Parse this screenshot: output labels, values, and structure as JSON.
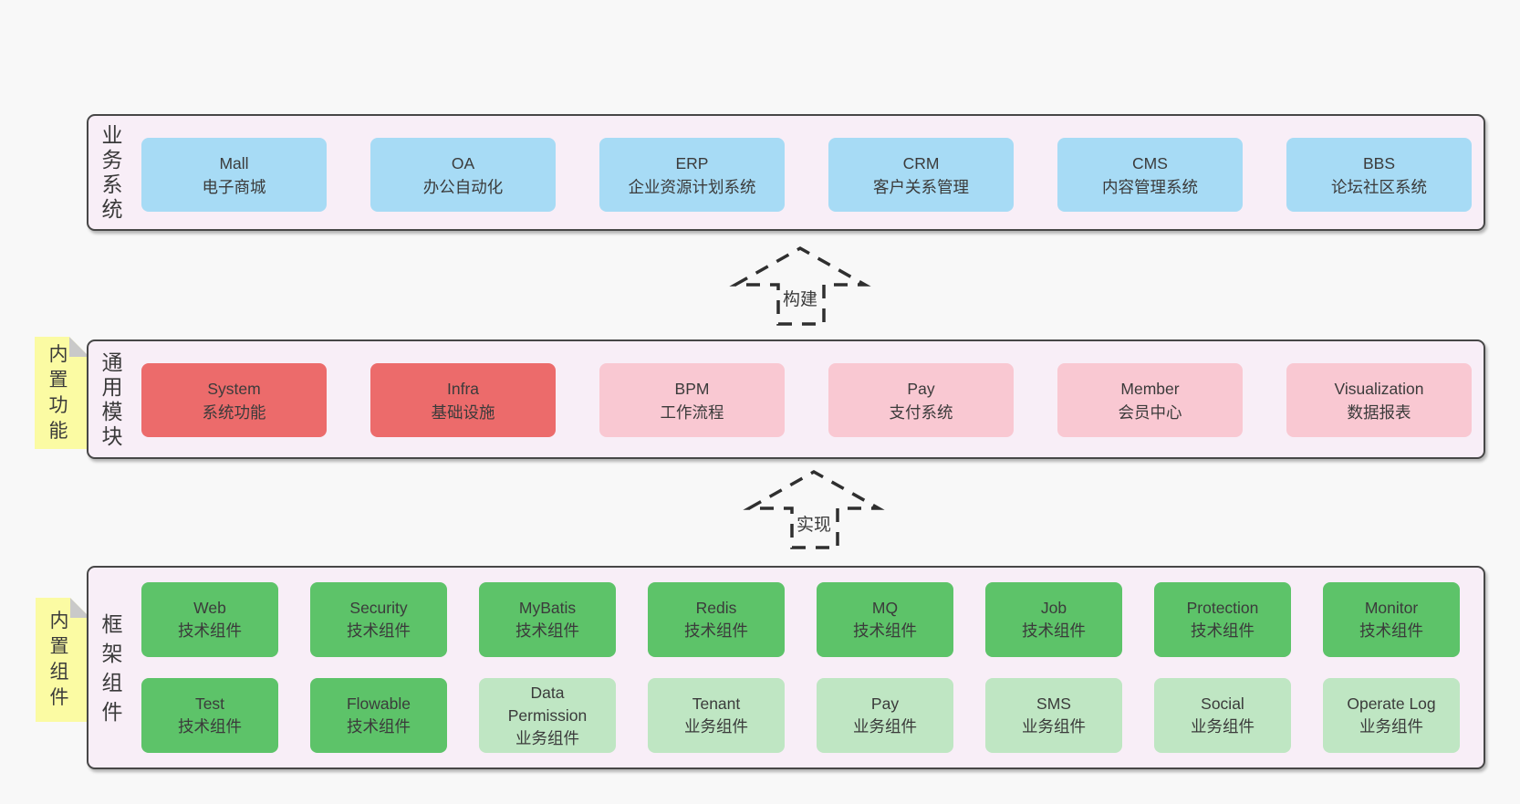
{
  "page": {
    "bg": "#f8f8f8"
  },
  "colors": {
    "bg": "#f8f8f8",
    "container_bg": "#f8eef7",
    "container_border": "#474747",
    "blue": "#a7dbf5",
    "red": "#ec6b6b",
    "pink": "#f9c8d2",
    "green": "#5dc369",
    "lightgreen": "#bfe6c3",
    "tab_yellow": "#fbfba3",
    "fold_gray": "#c9c9c9",
    "text": "#3b3b3b"
  },
  "sections": {
    "business": {
      "label": "业务系统",
      "boxes": [
        {
          "variant": "blue",
          "lines": [
            "Mall",
            "电子商城"
          ]
        },
        {
          "variant": "blue",
          "lines": [
            "OA",
            "办公自动化"
          ]
        },
        {
          "variant": "blue",
          "lines": [
            "ERP",
            "企业资源计划系统"
          ]
        },
        {
          "variant": "blue",
          "lines": [
            "CRM",
            "客户关系管理"
          ]
        },
        {
          "variant": "blue",
          "lines": [
            "CMS",
            "内容管理系统"
          ]
        },
        {
          "variant": "blue",
          "lines": [
            "BBS",
            "论坛社区系统"
          ]
        }
      ]
    },
    "modules": {
      "label": "通用模块",
      "tab": "内置功能",
      "boxes": [
        {
          "variant": "red",
          "lines": [
            "System",
            "系统功能"
          ]
        },
        {
          "variant": "red",
          "lines": [
            "Infra",
            "基础设施"
          ]
        },
        {
          "variant": "pink",
          "lines": [
            "BPM",
            "工作流程"
          ]
        },
        {
          "variant": "pink",
          "lines": [
            "Pay",
            "支付系统"
          ]
        },
        {
          "variant": "pink",
          "lines": [
            "Member",
            "会员中心"
          ]
        },
        {
          "variant": "pink",
          "lines": [
            "Visualization",
            "数据报表"
          ]
        }
      ]
    },
    "components": {
      "label": "框架组件",
      "tab": "内置组件",
      "rows": [
        [
          {
            "variant": "green",
            "lines": [
              "Web",
              "技术组件"
            ]
          },
          {
            "variant": "green",
            "lines": [
              "Security",
              "技术组件"
            ]
          },
          {
            "variant": "green",
            "lines": [
              "MyBatis",
              "技术组件"
            ]
          },
          {
            "variant": "green",
            "lines": [
              "Redis",
              "技术组件"
            ]
          },
          {
            "variant": "green",
            "lines": [
              "MQ",
              "技术组件"
            ]
          },
          {
            "variant": "green",
            "lines": [
              "Job",
              "技术组件"
            ]
          },
          {
            "variant": "green",
            "lines": [
              "Protection",
              "技术组件"
            ]
          },
          {
            "variant": "green",
            "lines": [
              "Monitor",
              "技术组件"
            ]
          }
        ],
        [
          {
            "variant": "green",
            "lines": [
              "Test",
              "技术组件"
            ]
          },
          {
            "variant": "green",
            "lines": [
              "Flowable",
              "技术组件"
            ]
          },
          {
            "variant": "lightgreen",
            "lines": [
              "Data",
              "Permission",
              "业务组件"
            ]
          },
          {
            "variant": "lightgreen",
            "lines": [
              "Tenant",
              "业务组件"
            ]
          },
          {
            "variant": "lightgreen",
            "lines": [
              "Pay",
              "业务组件"
            ]
          },
          {
            "variant": "lightgreen",
            "lines": [
              "SMS",
              "业务组件"
            ]
          },
          {
            "variant": "lightgreen",
            "lines": [
              "Social",
              "业务组件"
            ]
          },
          {
            "variant": "lightgreen",
            "lines": [
              "Operate Log",
              "业务组件"
            ]
          }
        ]
      ]
    }
  },
  "arrows": [
    {
      "label": "构建"
    },
    {
      "label": "实现"
    }
  ]
}
